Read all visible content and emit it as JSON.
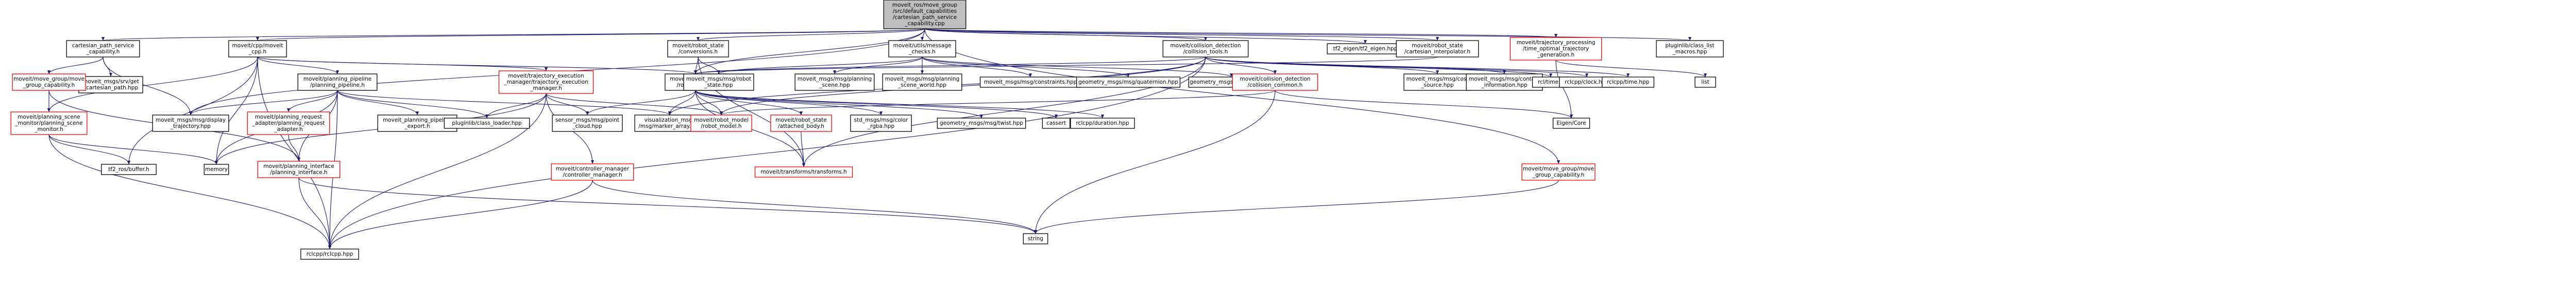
{
  "colors": {
    "edge": "#191970",
    "node_border_normal": "#000000",
    "node_border_highlight": "#ff0000",
    "root_fill": "#bfbfbf",
    "node_fill": "#ffffff"
  },
  "nodes": {
    "root": {
      "lines": [
        "moveit_ros/move_group",
        "/src/default_capabilities",
        "/cartesian_path_service",
        "_capability.cpp"
      ],
      "style": "root"
    },
    "cps_h": {
      "lines": [
        "cartesian_path_service",
        "_capability.h"
      ],
      "style": "normal"
    },
    "cpp_ifc": {
      "lines": [
        "moveit/cpp/moveit",
        "_cpp.h"
      ],
      "style": "normal"
    },
    "rs_conv": {
      "lines": [
        "moveit/robot_state",
        "/conversions.h"
      ],
      "style": "normal"
    },
    "msg_chk": {
      "lines": [
        "moveit/utils/message",
        "_checks.h"
      ],
      "style": "normal"
    },
    "coll_tools": {
      "lines": [
        "moveit/collision_detection",
        "/collision_tools.h"
      ],
      "style": "normal"
    },
    "tf2_eigen": {
      "lines": [
        "tf2_eigen/tf2_eigen.hpp"
      ],
      "style": "normal"
    },
    "cart_interp": {
      "lines": [
        "moveit/robot_state",
        "/cartesian_interpolator.h"
      ],
      "style": "normal"
    },
    "traj_proc": {
      "lines": [
        "moveit/trajectory_processing",
        "/time_optimal_trajectory",
        "_generation.h"
      ],
      "style": "highlight"
    },
    "pluginlib_macros": {
      "lines": [
        "pluginlib/class_list",
        "_macros.hpp"
      ],
      "style": "normal"
    },
    "move_group_cap": {
      "lines": [
        "moveit/move_group/move",
        "_group_capability.h"
      ],
      "style": "highlight"
    },
    "get_cart": {
      "lines": [
        "moveit_msgs/srv/get",
        "_cartesian_path.hpp"
      ],
      "style": "normal"
    },
    "plan_pipe": {
      "lines": [
        "moveit/planning_pipeline",
        "/planning_pipeline.h"
      ],
      "style": "normal"
    },
    "traj_exec": {
      "lines": [
        "moveit/trajectory_execution",
        "_manager/trajectory_execution",
        "_manager.h"
      ],
      "style": "highlight"
    },
    "robot_state": {
      "lines": [
        "moveit/robot_state",
        "/robot_state.h"
      ],
      "style": "normal"
    },
    "rs_hpp": {
      "lines": [
        "moveit_msgs/msg/robot",
        "_state.hpp"
      ],
      "style": "normal"
    },
    "ps_hpp": {
      "lines": [
        "moveit_msgs/msg/planning",
        "_scene.hpp"
      ],
      "style": "normal"
    },
    "psw_hpp": {
      "lines": [
        "moveit_msgs/msg/planning",
        "_scene_world.hpp"
      ],
      "style": "normal"
    },
    "constr": {
      "lines": [
        "moveit_msgs/msg/constraints.hpp"
      ],
      "style": "normal"
    },
    "quat": {
      "lines": [
        "geometry_msgs/msg/quaternion.hpp"
      ],
      "style": "normal"
    },
    "pose": {
      "lines": [
        "geometry_msgs/msg/pose.hpp"
      ],
      "style": "normal"
    },
    "coll_common": {
      "lines": [
        "moveit/collision_detection",
        "/collision_common.h"
      ],
      "style": "highlight"
    },
    "cont_src": {
      "lines": [
        "moveit_msgs/msg/cost",
        "_source.hpp"
      ],
      "style": "normal"
    },
    "contact_info": {
      "lines": [
        "moveit_msgs/msg/contact",
        "_information.hpp"
      ],
      "style": "normal"
    },
    "rcl_time": {
      "lines": [
        "rcl/time.h"
      ],
      "style": "normal"
    },
    "rclcpp_clock": {
      "lines": [
        "rclcpp/clock.hpp"
      ],
      "style": "normal"
    },
    "rclcpp_time": {
      "lines": [
        "rclcpp/time.hpp"
      ],
      "style": "normal"
    },
    "list": {
      "lines": [
        "list"
      ],
      "style": "normal"
    },
    "psm_cap": {
      "lines": [
        "moveit/move_group/move",
        "_group_capability.h"
      ],
      "style": "highlight"
    },
    "psm": {
      "lines": [
        "moveit/planning_scene",
        "_monitor/planning_scene",
        "_monitor.h"
      ],
      "style": "highlight"
    },
    "disp_traj": {
      "lines": [
        "moveit_msgs/msg/display",
        "_trajectory.hpp"
      ],
      "style": "normal"
    },
    "plan_req": {
      "lines": [
        "moveit/planning_request",
        "_adapter/planning_request",
        "_adapter.h"
      ],
      "style": "highlight"
    },
    "pp_export": {
      "lines": [
        "moveit_planning_pipeline",
        "_export.h"
      ],
      "style": "normal"
    },
    "classloader": {
      "lines": [
        "pluginlib/class_loader.hpp"
      ],
      "style": "normal"
    },
    "plan_ifc": {
      "lines": [
        "moveit/planning_interface",
        "/planning_interface.h"
      ],
      "style": "highlight"
    },
    "sensor_pc": {
      "lines": [
        "sensor_msgs/msg/point",
        "_cloud.hpp"
      ],
      "style": "normal"
    },
    "vis_marker": {
      "lines": [
        "visualization_msgs",
        "/msg/marker_array.hpp"
      ],
      "style": "normal"
    },
    "robot_model": {
      "lines": [
        "moveit/robot_model",
        "/robot_model.h"
      ],
      "style": "highlight"
    },
    "att_body": {
      "lines": [
        "moveit/robot_state",
        "/attached_body.h"
      ],
      "style": "highlight"
    },
    "std_color": {
      "lines": [
        "std_msgs/msg/color",
        "_rgba.hpp"
      ],
      "style": "normal"
    },
    "twist": {
      "lines": [
        "geometry_msgs/msg/twist.hpp"
      ],
      "style": "normal"
    },
    "cassert": {
      "lines": [
        "cassert"
      ],
      "style": "normal"
    },
    "rclcpp_dur": {
      "lines": [
        "rclcpp/duration.hpp"
      ],
      "style": "normal"
    },
    "eigen": {
      "lines": [
        "Eigen/Core"
      ],
      "style": "normal"
    },
    "tf2_buf": {
      "lines": [
        "tf2_ros/buffer.h"
      ],
      "style": "normal"
    },
    "memory": {
      "lines": [
        "memory"
      ],
      "style": "normal"
    },
    "ctrl_mgr": {
      "lines": [
        "moveit/controller_manager",
        "/controller_manager.h"
      ],
      "style": "highlight"
    },
    "transforms": {
      "lines": [
        "moveit/transforms/transforms.h"
      ],
      "style": "highlight"
    },
    "string": {
      "lines": [
        "string"
      ],
      "style": "normal"
    },
    "rclcpp": {
      "lines": [
        "rclcpp/rclcpp.hpp"
      ],
      "style": "normal"
    }
  }
}
